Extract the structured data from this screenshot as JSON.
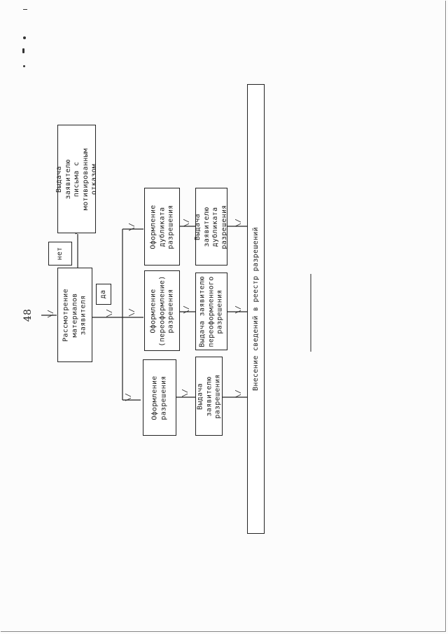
{
  "page_number": "48",
  "boxes": {
    "review": "Рассмотрение\nматериалов заявителя",
    "no_label": "нет",
    "yes_label": "да",
    "refusal": "Выдача заявителю\nписьма с мотивированным\nотказом",
    "issue_form": "Оформление\nразрешения",
    "reissue_form": "Оформление\n(переоформление)\nразрешения",
    "duplicate_form": "Оформление\nдубликата\nразрешения",
    "issue_give": "Выдача заявителю\nразрешения",
    "reissue_give": "Выдача заявителю\nпереоформленного\nразрешения",
    "duplicate_give": "Выдача заявителю\nдубликата\nразрешения",
    "registry": "Внесение сведений в реестр разрешений"
  }
}
